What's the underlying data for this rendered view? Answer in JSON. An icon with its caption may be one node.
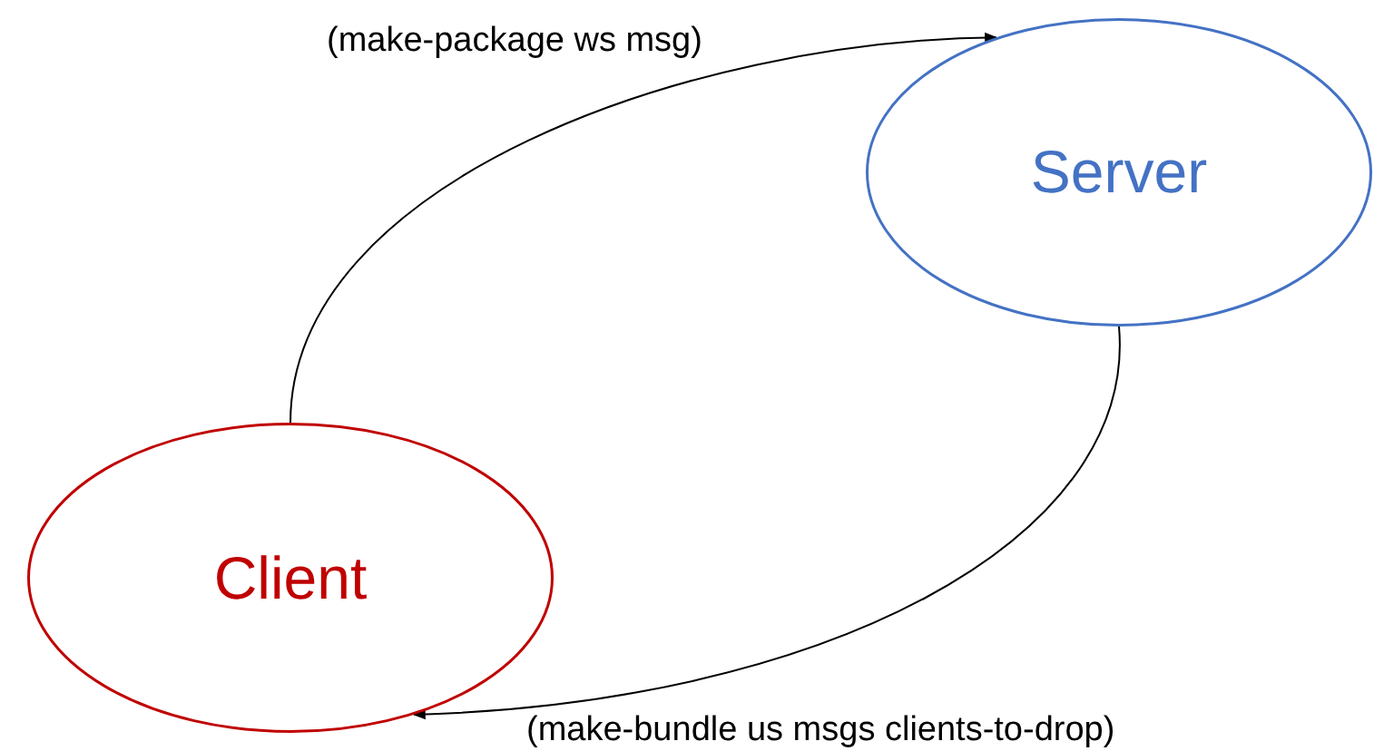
{
  "diagram": {
    "nodes": [
      {
        "text": [
          "Server"
        ]
      },
      {
        "text": [
          "Client"
        ]
      }
    ],
    "edges": [
      {
        "from": 1,
        "to": 0,
        "arrow": "to",
        "label": "(make-package ws msg)"
      },
      {
        "from": 0,
        "to": 1,
        "arrow": "to",
        "label": "(make-bundle us msgs clients-to-drop)"
      }
    ]
  }
}
